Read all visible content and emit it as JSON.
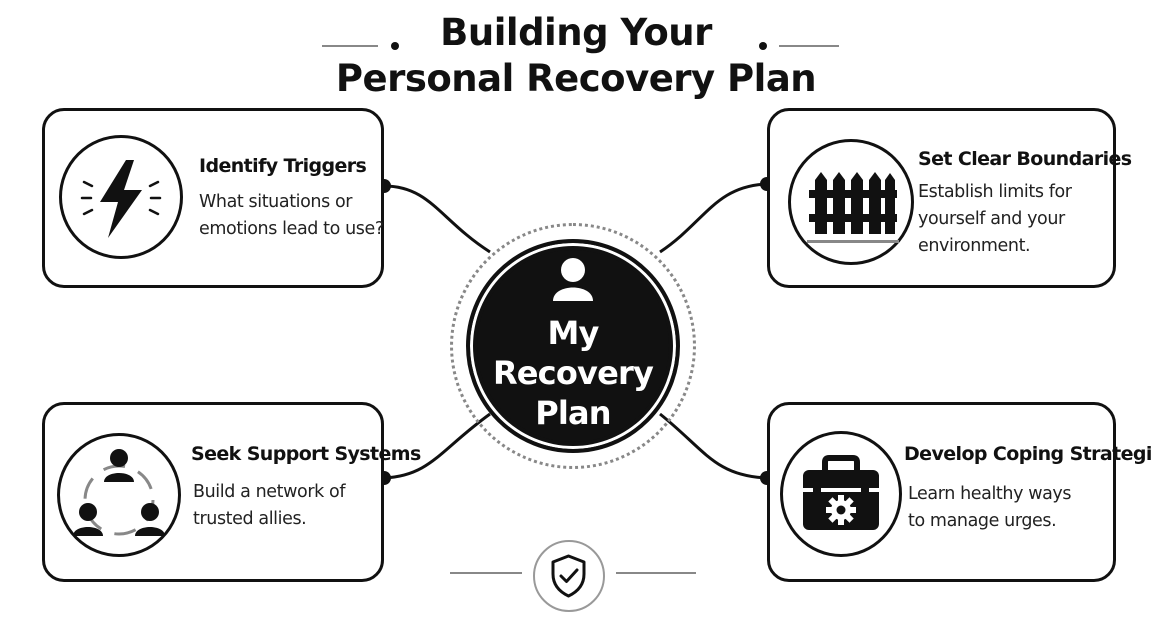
{
  "title": {
    "line1": "Building Your",
    "line2": "Personal Recovery Plan"
  },
  "hub": {
    "line1": "My",
    "line2": "Recovery",
    "line3": "Plan",
    "icon": "person-icon"
  },
  "cards": {
    "triggers": {
      "heading": "Identify Triggers",
      "desc_line1": "What situations or",
      "desc_line2": "emotions lead to use?",
      "icon": "lightning-bolt-icon"
    },
    "boundaries": {
      "heading": "Set Clear Boundaries",
      "desc_line1": "Establish limits for",
      "desc_line2": "yourself and your",
      "desc_line3": "environment.",
      "icon": "fence-icon"
    },
    "support": {
      "heading": "Seek Support Systems",
      "desc_line1": "Build a network of",
      "desc_line2": "trusted allies.",
      "icon": "people-network-icon"
    },
    "coping": {
      "heading": "Develop Coping Strategies",
      "desc_line1": "Learn healthy ways",
      "desc_line2": "to manage urges.",
      "icon": "toolbox-icon"
    }
  },
  "footer": {
    "icon": "shield-check-icon"
  },
  "colors": {
    "ink": "#111111",
    "muted": "#888888",
    "background": "#ffffff"
  }
}
